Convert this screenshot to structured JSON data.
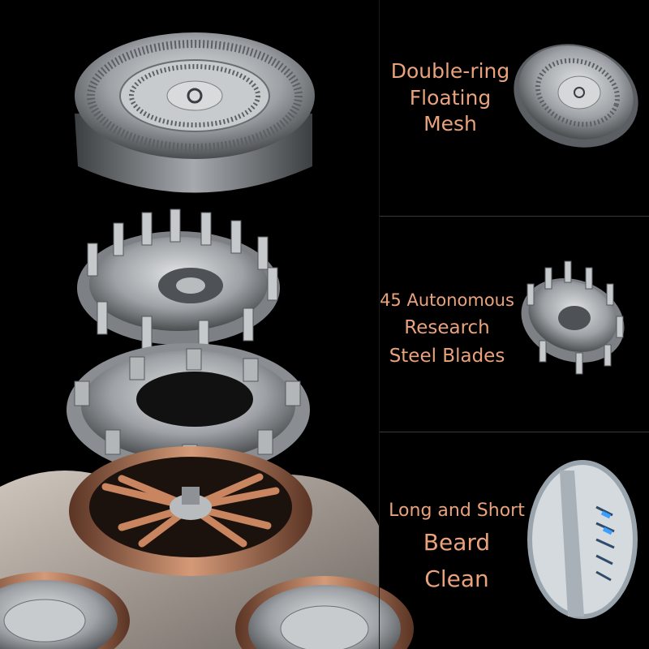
{
  "features": [
    {
      "lines": [
        "Double-ring",
        "Floating",
        "Mesh"
      ]
    },
    {
      "lines": [
        "45 Autonomous",
        "Research",
        "Steel Blades"
      ]
    },
    {
      "lines": [
        "Long and Short",
        "Beard",
        "Clean"
      ]
    }
  ],
  "colors": {
    "background": "#000000",
    "text_accent": "#e9a27c",
    "steel": "#a8acb0",
    "copper": "#b8795a"
  },
  "icons": [
    "mesh-head-image",
    "blade-cutter-image",
    "beard-detail-image",
    "exploded-shaver-image"
  ]
}
